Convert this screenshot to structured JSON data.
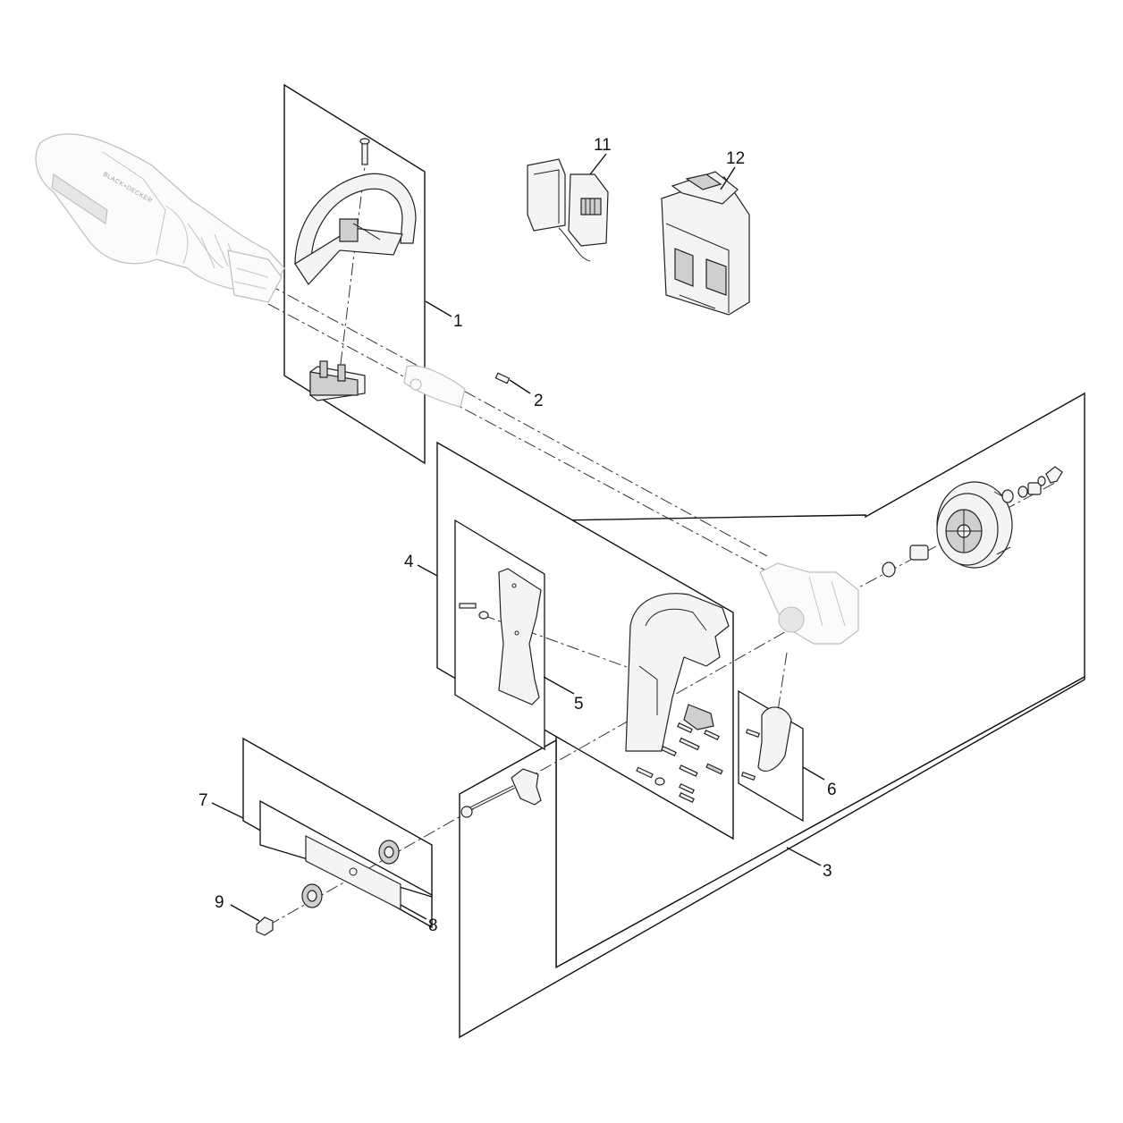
{
  "diagram": {
    "type": "exploded-parts-diagram",
    "callouts": [
      {
        "id": "1",
        "label": "1"
      },
      {
        "id": "2",
        "label": "2"
      },
      {
        "id": "3",
        "label": "3"
      },
      {
        "id": "4",
        "label": "4"
      },
      {
        "id": "5",
        "label": "5"
      },
      {
        "id": "6",
        "label": "6"
      },
      {
        "id": "7",
        "label": "7"
      },
      {
        "id": "8",
        "label": "8"
      },
      {
        "id": "9",
        "label": "9"
      },
      {
        "id": "11",
        "label": "11"
      },
      {
        "id": "12",
        "label": "12"
      }
    ],
    "tool_branding": "BLACK+DECKER"
  }
}
